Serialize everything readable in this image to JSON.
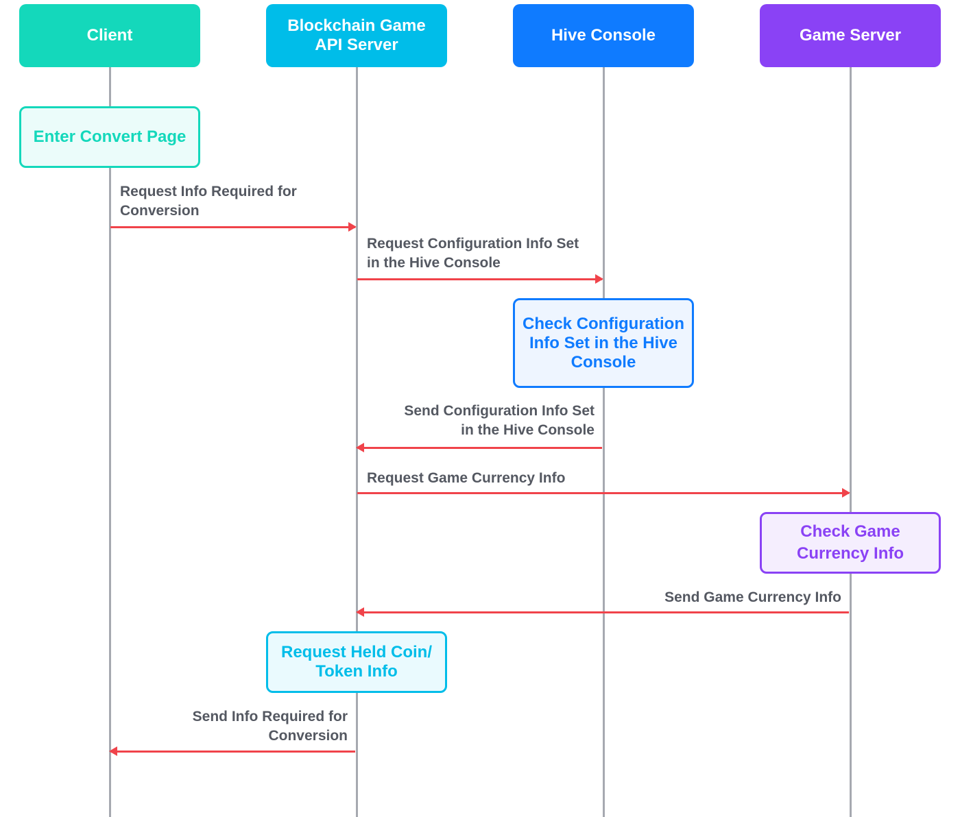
{
  "participants": {
    "client": "Client",
    "api_server": "Blockchain Game\nAPI Server",
    "hive_console": "Hive Console",
    "game_server": "Game Server"
  },
  "actions": {
    "enter_convert_page": "Enter Convert Page",
    "check_config_info": "Check Configuration\nInfo Set in the Hive\nConsole",
    "check_game_currency": "Check Game\nCurrency Info",
    "request_held_coin": "Request Held Coin/\nToken Info"
  },
  "messages": {
    "request_info_required": "Request Info Required for\nConversion",
    "request_config_info": "Request Configuration Info Set\nin the Hive Console",
    "send_config_info": "Send Configuration Info Set\nin the Hive Console",
    "request_game_currency": "Request Game Currency Info",
    "send_game_currency": "Send Game Currency Info",
    "send_info_required": "Send Info Required for\nConversion"
  },
  "colors": {
    "client": "#14d8bb",
    "api_server": "#00bde9",
    "hive_console": "#0f7bff",
    "game_server": "#8a42f5",
    "arrow": "#f0434a",
    "lifeline": "#a6a9b0",
    "label_text": "#545861"
  }
}
